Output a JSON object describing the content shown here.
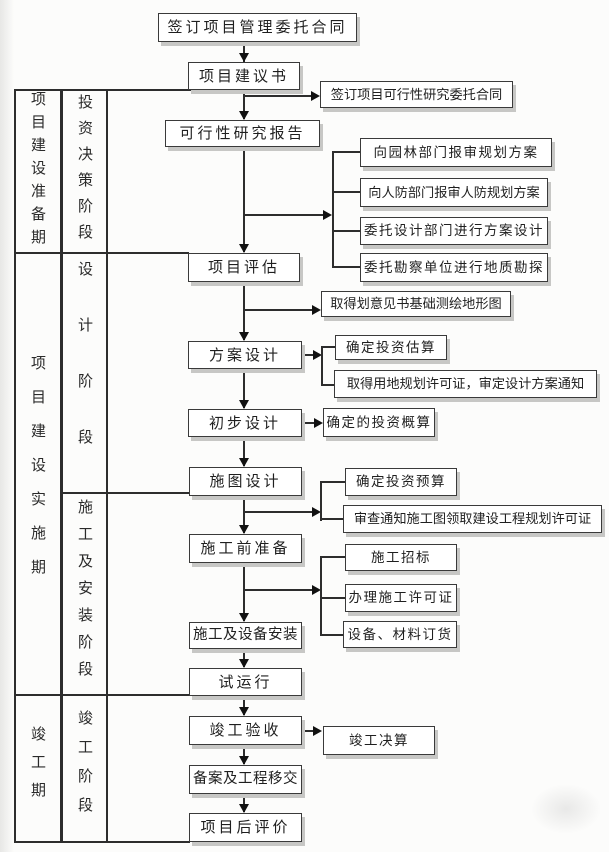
{
  "phases": {
    "periods": [
      "项目建设准备期",
      "项目建设实施期",
      "竣工期"
    ],
    "stages": [
      "投资决策阶段",
      "设计阶段",
      "施工及安装阶段",
      "竣工阶段"
    ]
  },
  "flow": {
    "steps": [
      "签订项目管理委托合同",
      "项目建议书",
      "可行性研究报告",
      "项目评估",
      "方案设计",
      "初步设计",
      "施图设计",
      "施工前准备",
      "施工及设备安装",
      "试运行",
      "竣工验收",
      "备案及工程移交",
      "项目后评价"
    ]
  },
  "branches": {
    "from_proposal": [
      "签订项目可行性研究委托合同"
    ],
    "from_feasibility": [
      "向园林部门报审规划方案",
      "向人防部门报审人防规划方案",
      "委托设计部门进行方案设计",
      "委托勘察单位进行地质勘探"
    ],
    "from_evaluation": [
      "取得划意见书基础测绘地形图"
    ],
    "from_scheme_design": [
      "确定投资估算",
      "取得用地规划许可证，审定设计方案通知"
    ],
    "from_preliminary_design": [
      "确定的投资概算"
    ],
    "from_drawing_design": [
      "确定投资预算",
      "审查通知施工图领取建设工程规划许可证"
    ],
    "from_pre_construction": [
      "施工招标",
      "办理施工许可证",
      "设备、材料订货"
    ],
    "from_completion_acceptance": [
      "竣工决算"
    ]
  },
  "colors": {
    "line": "#2d2d2d",
    "box_border": "#3a3a3a",
    "box_shadow": "#c7c7c5",
    "background": "#fcfcfb",
    "text": "#1f1f1f"
  }
}
